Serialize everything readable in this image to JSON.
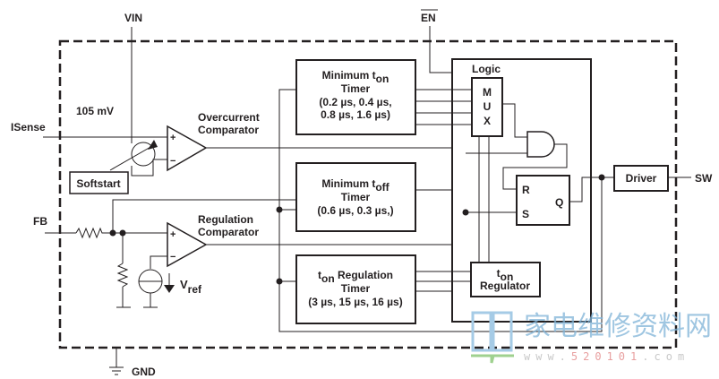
{
  "diagram": {
    "type": "functional-block-diagram",
    "pins": {
      "vin": "VIN",
      "en": "EN",
      "isense": "ISense",
      "fb": "FB",
      "sw": "SW",
      "gnd": "GND"
    },
    "labels": {
      "offset_voltage": "105 mV",
      "overcurrent_comparator_line1": "Overcurrent",
      "overcurrent_comparator_line2": "Comparator",
      "regulation_comparator_line1": "Regulation",
      "regulation_comparator_line2": "Comparator",
      "vref_main": "V",
      "vref_sub": "ref",
      "plus": "+",
      "minus": "−"
    },
    "blocks": {
      "softstart": "Softstart",
      "min_ton_timer": {
        "title_main": "Minimum t",
        "title_sub": "on",
        "line2": "Timer",
        "line3": "(0.2 µs, 0.4 µs,",
        "line4": "0.8 µs, 1.6 µs)"
      },
      "min_toff_timer": {
        "title_main": "Minimum  t",
        "title_sub": "off",
        "line2": "Timer",
        "line3": "(0.6 µs, 0.3 µs,)"
      },
      "ton_regulation_timer": {
        "title_t": "t",
        "title_sub": "on",
        "title_rest": "  Regulation",
        "line2": "Timer",
        "line3": "(3 µs, 15 µs, 16 µs)"
      },
      "logic": "Logic",
      "mux": [
        "M",
        "U",
        "X"
      ],
      "sr_latch": {
        "r": "R",
        "s": "S",
        "q": "Q"
      },
      "ton_regulator": {
        "title_t": "t",
        "title_sub": "on",
        "line2": "Regulator"
      },
      "driver": "Driver"
    },
    "watermark": {
      "chinese": "家电维修资料网",
      "url_prefix": "www.",
      "url_number": "520101",
      "url_suffix": ".com"
    }
  }
}
